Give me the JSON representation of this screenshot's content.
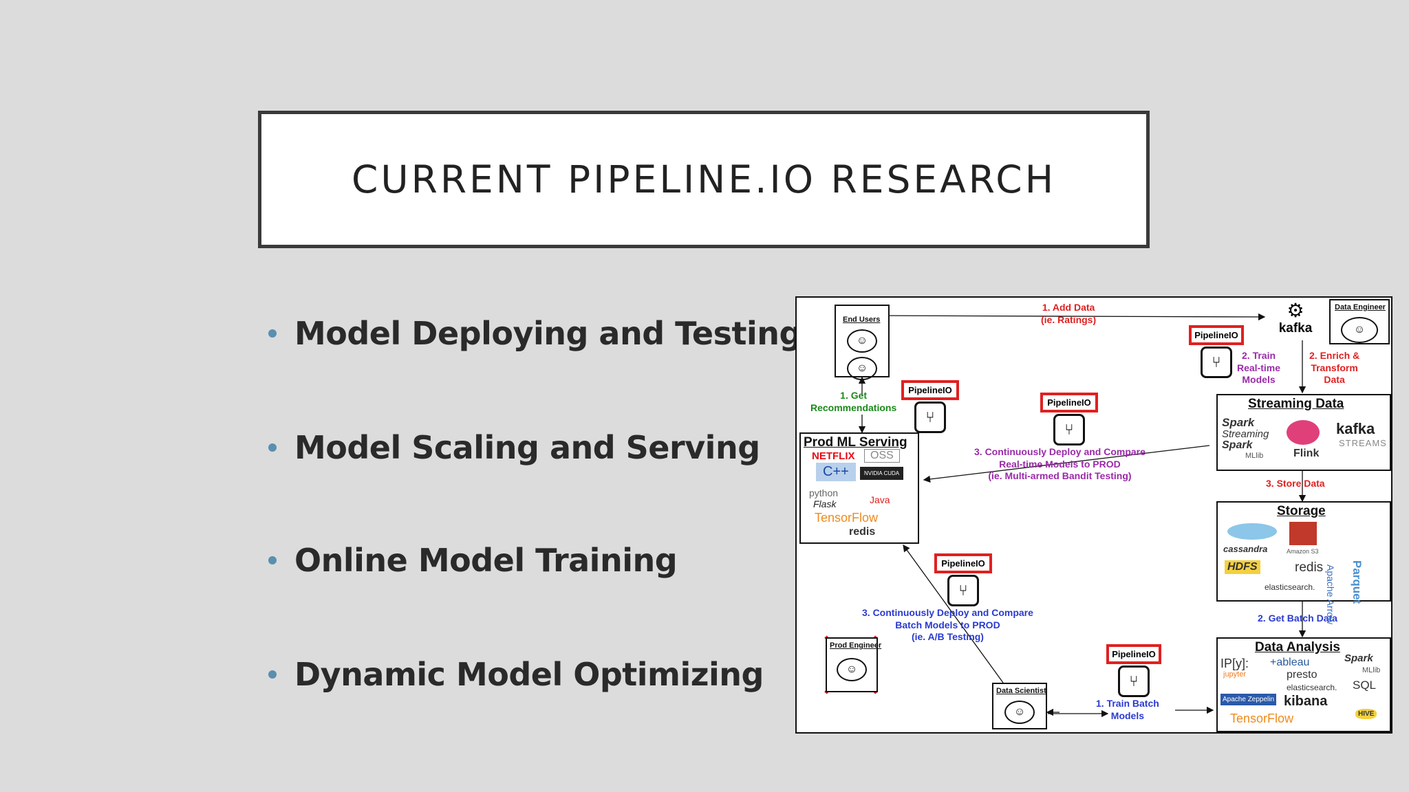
{
  "slide": {
    "title": "CURRENT PIPELINE.IO RESEARCH",
    "bullets": [
      "Model Deploying and Testing",
      "Model Scaling and Serving",
      "Online Model Training",
      "Dynamic Model Optimizing"
    ]
  },
  "diagram": {
    "nodes": {
      "end_users": "End Users",
      "data_engineer": "Data Engineer",
      "prod_engineer": "Prod Engineer",
      "data_scientist": "Data Scientist",
      "prod_ml_serving": "Prod ML Serving",
      "streaming_data": "Streaming Data",
      "storage": "Storage",
      "data_analysis": "Data Analysis"
    },
    "pipelineio_tag": "PipelineIO",
    "edges": {
      "add_data": "1. Add Data",
      "add_data_sub": "(ie. Ratings)",
      "train_realtime_1": "2. Train",
      "train_realtime_2": "Real-time",
      "train_realtime_3": "Models",
      "enrich_1": "2. Enrich &",
      "enrich_2": "Transform",
      "enrich_3": "Data",
      "get_recs_1": "1. Get",
      "get_recs_2": "Recommendations",
      "deploy_rt_1": "3. Continuously Deploy and Compare",
      "deploy_rt_2": "Real-time Models to PROD",
      "deploy_rt_3": "(ie. Multi-armed Bandit Testing)",
      "store_data": "3. Store Data",
      "get_batch": "2. Get Batch Data",
      "deploy_batch_1": "3. Continuously Deploy and Compare",
      "deploy_batch_2": "Batch Models to PROD",
      "deploy_batch_3": "(ie. A/B Testing)",
      "train_batch_1": "1. Train Batch",
      "train_batch_2": "Models"
    },
    "logos": {
      "kafka": "kafka",
      "netflix": "NETFLIX",
      "oss": "OSS",
      "cpp": "C++",
      "nvidia": "NVIDIA CUDA",
      "python": "python",
      "flask": "Flask",
      "java": "Java",
      "tensorflow": "TensorFlow",
      "redis": "redis",
      "spark": "Spark",
      "streaming": "Streaming",
      "mllib": "MLlib",
      "flink": "Flink",
      "kafka_streams_1": "kafka",
      "kafka_streams_2": "STREAMS",
      "cassandra": "cassandra",
      "s3": "Amazon S3",
      "hdfs": "HDFS",
      "elasticsearch": "elasticsearch.",
      "arrow": "Apache Arrow",
      "parquet": "Parquet",
      "ipython": "IP[y]:",
      "tableau": "+ableau",
      "jupyter": "jupyter",
      "presto": "presto",
      "sql": "SQL",
      "zeppelin": "Apache Zeppelin",
      "kibana": "kibana",
      "hive": "HIVE"
    }
  },
  "colors": {
    "background": "#dcdcdc",
    "bullet_dot": "#5a8fb0",
    "red": "#e02020",
    "green": "#1a8a1a",
    "purple": "#9a2aa8",
    "blue": "#2a3ad0"
  }
}
